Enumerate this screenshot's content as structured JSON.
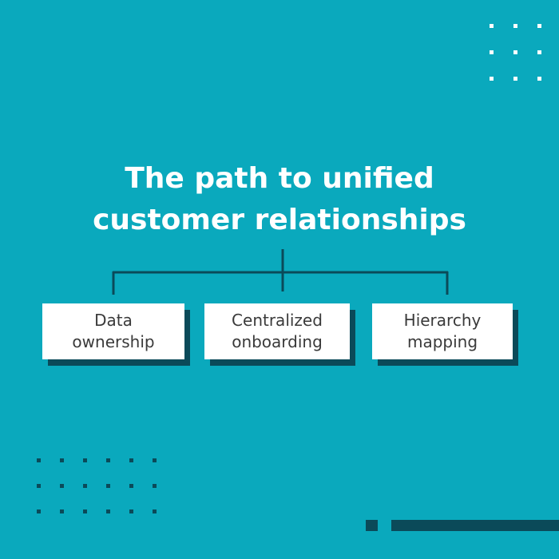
{
  "colors": {
    "background": "#0aa9bd",
    "accent_dark": "#0b4a59",
    "box": "#ffffff",
    "title_text": "#ffffff",
    "box_text": "#3a3a3a"
  },
  "title": {
    "line1": "The path to unified",
    "line2": "customer relationships"
  },
  "boxes": [
    {
      "line1": "Data",
      "line2": "ownership"
    },
    {
      "line1": "Centralized",
      "line2": "onboarding"
    },
    {
      "line1": "Hierarchy",
      "line2": "mapping"
    }
  ]
}
